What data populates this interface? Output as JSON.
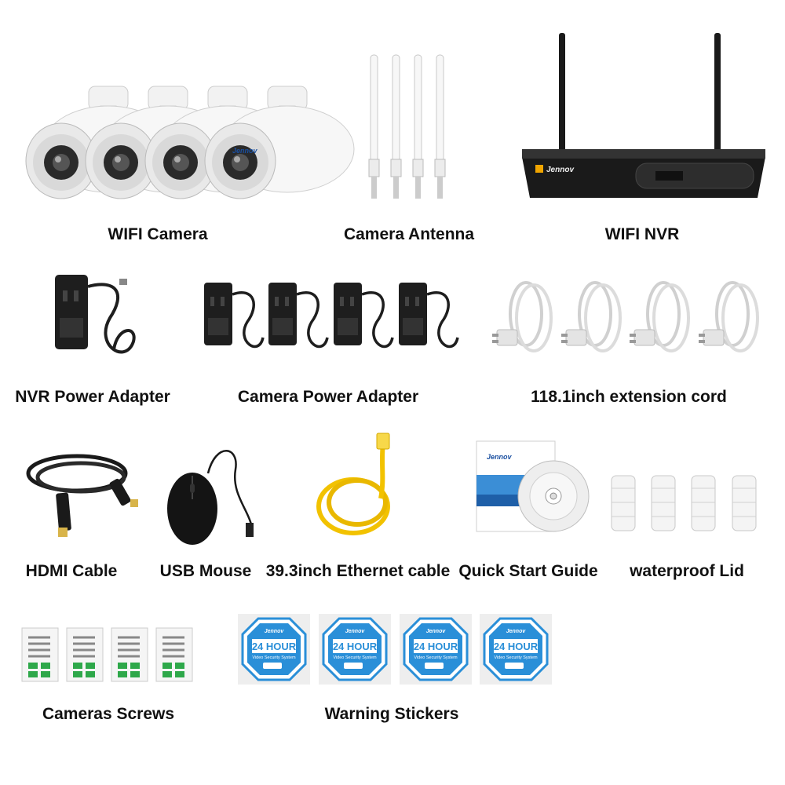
{
  "brand": "Jennov",
  "items": {
    "wifi_camera": "WIFI Camera",
    "camera_antenna": "Camera Antenna",
    "wifi_nvr": "WIFI NVR",
    "nvr_power_adapter": "NVR Power Adapter",
    "camera_power_adapter": "Camera Power Adapter",
    "extension_cord": "118.1inch extension cord",
    "hdmi_cable": "HDMI Cable",
    "usb_mouse": "USB Mouse",
    "ethernet_cable": "39.3inch Ethernet  cable",
    "quick_start_guide": "Quick Start Guide",
    "waterproof_lid": "waterproof Lid",
    "camera_screws": "Cameras Screws",
    "warning_stickers": "Warning Stickers"
  },
  "sticker": {
    "headline": "24 HOUR",
    "subline": "Video Security System"
  },
  "colors": {
    "black": "#1a1a1a",
    "ethernet_yellow": "#f2c200",
    "sticker_blue": "#2a8fd8",
    "screw_green": "#2ea84a"
  }
}
